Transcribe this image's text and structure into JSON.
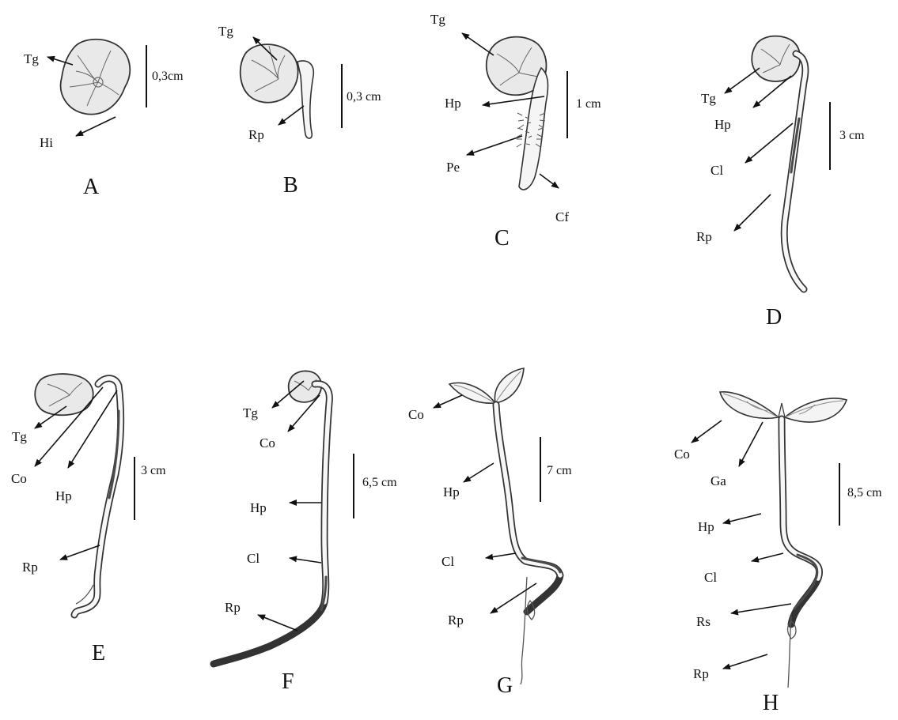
{
  "panels": [
    {
      "letter": "A",
      "scale": "0,3cm",
      "labels": {
        "tg": "Tg",
        "hi": "Hi"
      }
    },
    {
      "letter": "B",
      "scale": "0,3 cm",
      "labels": {
        "tg": "Tg",
        "rp": "Rp"
      }
    },
    {
      "letter": "C",
      "scale": "1 cm",
      "labels": {
        "tg": "Tg",
        "hp": "Hp",
        "pe": "Pe",
        "cf": "Cf"
      }
    },
    {
      "letter": "D",
      "scale": "3 cm",
      "labels": {
        "tg": "Tg",
        "hp": "Hp",
        "cl": "Cl",
        "rp": "Rp"
      }
    },
    {
      "letter": "E",
      "scale": "3 cm",
      "labels": {
        "tg": "Tg",
        "co": "Co",
        "hp": "Hp",
        "rp": "Rp"
      }
    },
    {
      "letter": "F",
      "scale": "6,5 cm",
      "labels": {
        "tg": "Tg",
        "co": "Co",
        "hp": "Hp",
        "cl": "Cl",
        "rp": "Rp"
      }
    },
    {
      "letter": "G",
      "scale": "7 cm",
      "labels": {
        "co": "Co",
        "hp": "Hp",
        "cl": "Cl",
        "rp": "Rp"
      }
    },
    {
      "letter": "H",
      "scale": "8,5 cm",
      "labels": {
        "co": "Co",
        "ga": "Ga",
        "hp": "Hp",
        "cl": "Cl",
        "rs": "Rs",
        "rp": "Rp"
      }
    }
  ]
}
